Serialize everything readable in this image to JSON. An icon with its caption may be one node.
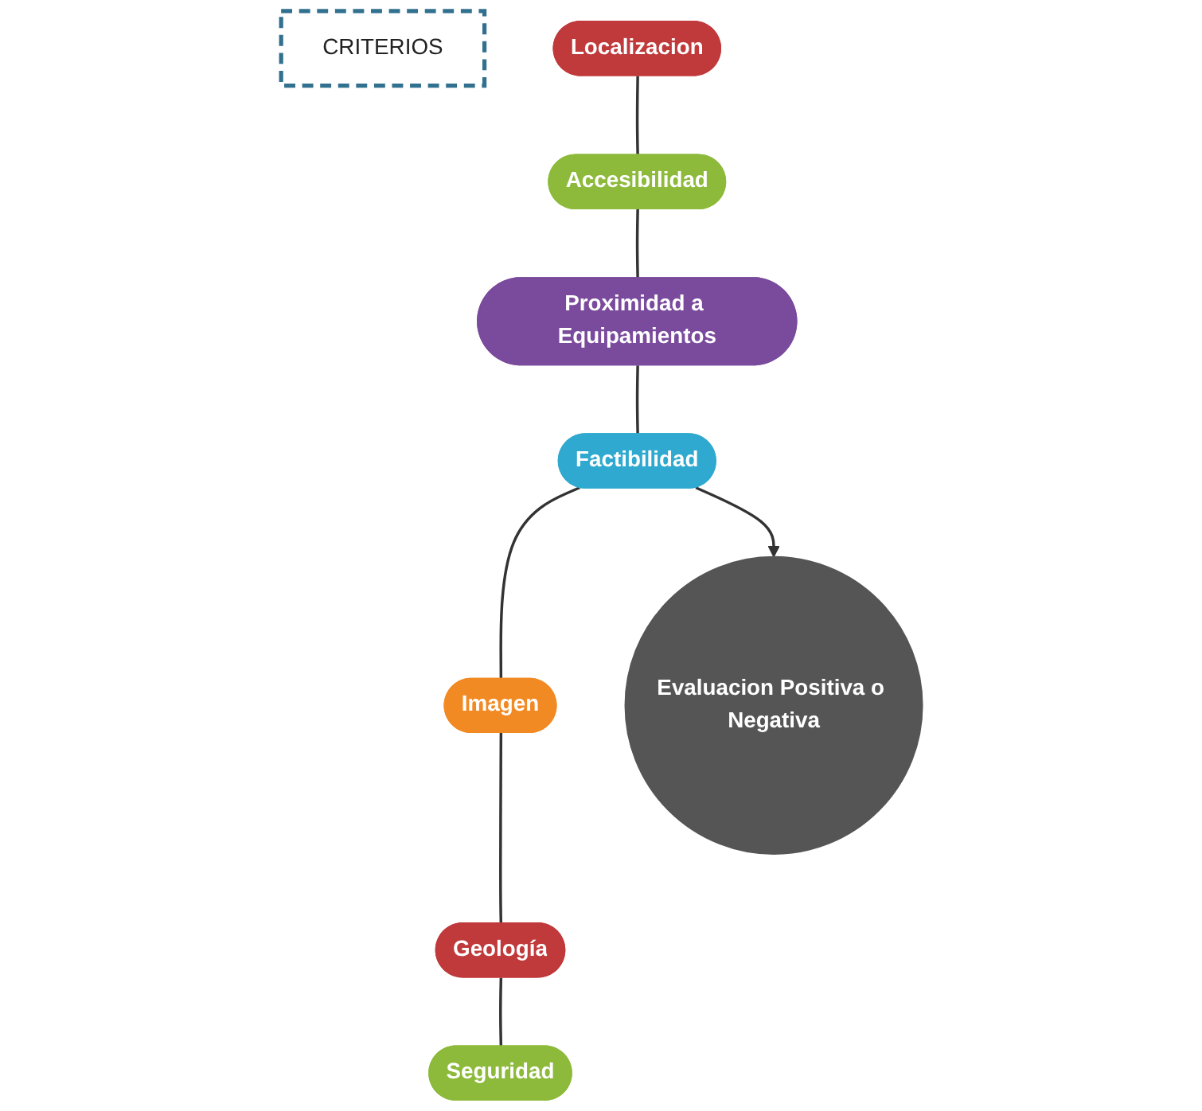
{
  "diagram": {
    "nodes": [
      {
        "text": [
          "CRITERIOS"
        ]
      },
      {
        "text": [
          "Localizacion"
        ]
      },
      {
        "text": [
          "Accesibilidad"
        ]
      },
      {
        "text": [
          "Proximidad a Equipamientos"
        ]
      },
      {
        "text": [
          "Factibilidad"
        ]
      },
      {
        "text": [
          "Imagen"
        ]
      },
      {
        "text": [
          "Geología"
        ]
      },
      {
        "text": [
          "Seguridad"
        ]
      },
      {
        "text": [
          "Evaluacion Positiva o Negativa"
        ]
      }
    ],
    "edges": [
      {
        "from": 1,
        "to": 2,
        "arrow": "none"
      },
      {
        "from": 2,
        "to": 3,
        "arrow": "none"
      },
      {
        "from": 3,
        "to": 4,
        "arrow": "none"
      },
      {
        "from": 4,
        "to": 5,
        "arrow": "none"
      },
      {
        "from": 5,
        "to": 6,
        "arrow": "none"
      },
      {
        "from": 6,
        "to": 7,
        "arrow": "none"
      },
      {
        "from": 4,
        "to": 8,
        "arrow": "to"
      }
    ]
  }
}
